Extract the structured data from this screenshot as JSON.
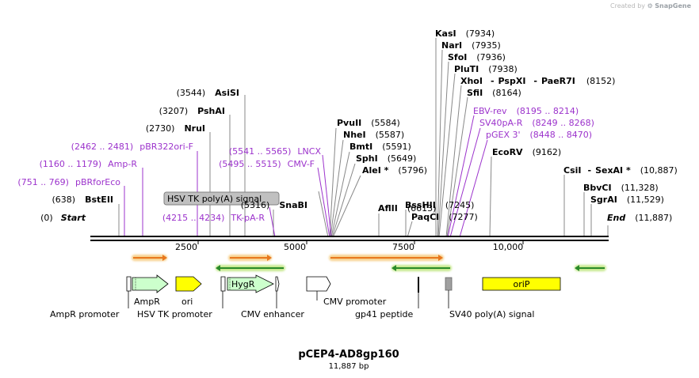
{
  "credit": {
    "text": "Created by",
    "brand": "SnapGene"
  },
  "plasmid": {
    "name": "pCEP4-AD8gp160",
    "length_label": "11,887 bp"
  },
  "ruler": {
    "labels": [
      "2500",
      "5000",
      "7500",
      "10,000"
    ]
  },
  "sites": [
    {
      "name": "KasI",
      "pos": "(7934)"
    },
    {
      "name": "NarI",
      "pos": "(7935)"
    },
    {
      "name": "SfoI",
      "pos": "(7936)"
    },
    {
      "name": "PluTI",
      "pos": "(7938)"
    },
    {
      "name": "XhoI",
      "sep1": "-",
      "name2": "PspXI",
      "sep2": "-",
      "name3": "PaeR7I",
      "pos": "(8152)"
    },
    {
      "name": "SfiI",
      "pos": "(8164)"
    },
    {
      "name": "EcoRV",
      "pos": "(9162)"
    },
    {
      "name": "CsiI",
      "sep1": "-",
      "name2": "SexAI *",
      "pos": "(10,887)"
    },
    {
      "name": "BbvCI",
      "pos": "(11,328)"
    },
    {
      "name": "SgrAI",
      "pos": "(11,529)"
    },
    {
      "name": "End",
      "pos": "(11,887)"
    },
    {
      "name": "AsiSI",
      "pos": "(3544)"
    },
    {
      "name": "PshAI",
      "pos": "(3207)"
    },
    {
      "name": "NruI",
      "pos": "(2730)"
    },
    {
      "name": "SnaBI",
      "pos": "(5316)"
    },
    {
      "name": "BstEII",
      "pos": "(638)"
    },
    {
      "name": "Start",
      "pos": "(0)"
    },
    {
      "name": "PvuII",
      "pos": "(5584)"
    },
    {
      "name": "NheI",
      "pos": "(5587)"
    },
    {
      "name": "BmtI",
      "pos": "(5591)"
    },
    {
      "name": "SphI",
      "pos": "(5649)"
    },
    {
      "name": "AleI *",
      "pos": "(5796)"
    },
    {
      "name": "AflII",
      "pos": "(6613)"
    },
    {
      "name": "BssHII",
      "pos": "(7245)"
    },
    {
      "name": "PaqCI",
      "pos": "(7277)"
    }
  ],
  "primers": [
    {
      "name": "pBR322ori-F",
      "range": "(2462 .. 2481)"
    },
    {
      "name": "Amp-R",
      "range": "(1160 .. 1179)"
    },
    {
      "name": "pBRforEco",
      "range": "(751 .. 769)"
    },
    {
      "name": "LNCX",
      "range": "(5541 .. 5565)"
    },
    {
      "name": "CMV-F",
      "range": "(5495 .. 5515)"
    },
    {
      "name": "TK-pA-R",
      "range": "(4215 .. 4234)"
    },
    {
      "name": "EBV-rev",
      "range": "(8195 .. 8214)"
    },
    {
      "name": "SV40pA-R",
      "range": "(8249 .. 8268)"
    },
    {
      "name": "pGEX 3'",
      "range": "(8448 .. 8470)"
    }
  ],
  "features": {
    "hsv_box": "HSV TK poly(A) signal",
    "hygr": "HygR",
    "orip": "oriP",
    "bottom": [
      "AmpR",
      "ori",
      "AmpR promoter",
      "HSV TK promoter",
      "CMV enhancer",
      "CMV promoter",
      "gp41 peptide",
      "SV40 poly(A) signal"
    ]
  },
  "colors": {
    "purple": "#9c33cc",
    "orf": "#e8781e",
    "orf_glow": "#f7d08c",
    "rev_orf": "#2a8a2a",
    "rev_glow": "#c6e88c",
    "ampr": "#ccffcc",
    "ori": "#ffff00",
    "orip": "#ffff00",
    "hsv_box": "#c0c0c0"
  }
}
